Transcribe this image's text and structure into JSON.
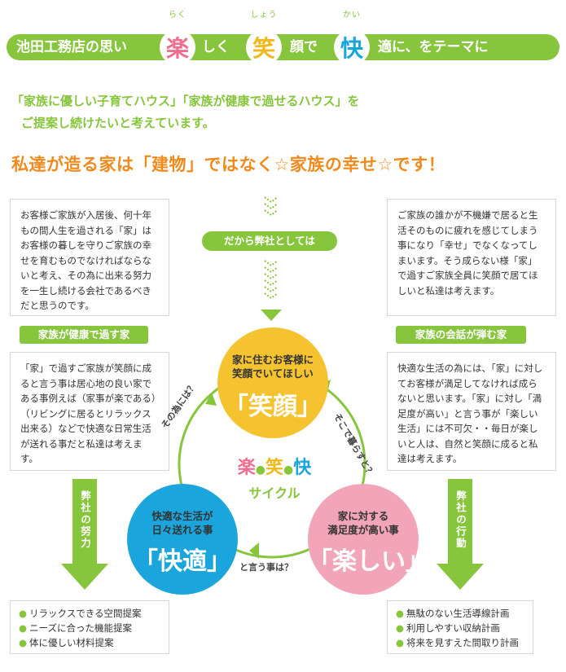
{
  "header": {
    "lead": "池田工務店の思い",
    "k1": "楽",
    "k1_ruby": "らく",
    "t1": "しく",
    "k2": "笑",
    "k2_ruby": "しょう",
    "t2": "顔で",
    "k3": "快",
    "k3_ruby": "かい",
    "t3": "適に、をテーマに"
  },
  "intro": {
    "line1": "「家族に優しい子育てハウス」「家族が健康で過せるハウス」を",
    "line2": "ご提案し続けたいと考えています。"
  },
  "slogan": "私達が造る家は「建物」ではなく☆家族の幸せ☆です！",
  "top_pill": "だから弊社としては",
  "left": {
    "text": "お客様ご家族が入居後、何十年もの間人生を過される「家」はお客様の暮しを守りご家族の幸せを育むものでなければならないと考え、その為に出来る努力を一生し続ける会社であるべきだと思うのです。",
    "pill": "家族が健康で過す家",
    "text2": "「家」で過すご家族が笑顔に成ると言う事は居心地の良い家である事例えば（家事が楽である）（リビングに居るとリラックス出来る）などで快適な日常生活が送れる事だと私達は考えます。",
    "arrow_label": "弊社の努力",
    "list": [
      "リラックスできる空間提案",
      "ニーズに合った機能提案",
      "体に優しい材料提案"
    ]
  },
  "right": {
    "text": "ご家族の誰かが不機嫌で居ると生活そのものに疲れを感じてしまう事になり「幸せ」でなくなってしまいます。そう成らない様「家」で過すご家族全員に笑顔で居てほしいと私達は考えます。",
    "pill": "家族の会話が弾む家",
    "text2": "快適な生活の為には、「家」に対してお客様が満足してなければ成らないと思います。「家」に対し「満足度が高い」と言う事が「楽しい生活」には不可欠・・毎日が楽しいと人は、自然と笑顔に成ると私達は考えます。",
    "arrow_label": "弊社の行動",
    "list": [
      "無駄のない生活導線計画",
      "利用しやすい収納計画",
      "将来を見すえた間取り計画"
    ]
  },
  "cycle": {
    "top_title": "家に住むお客様に\n笑顔でいてほしい",
    "top_big": "「笑顔」",
    "left_title": "快適な生活が\n日々送れる事",
    "left_big": "「快適」",
    "right_title": "家に対する\n満足度が高い事",
    "right_big": "「楽しい」",
    "center_k1": "楽",
    "center_k2": "笑",
    "center_k3": "快",
    "center_sub": "サイクル",
    "arc_left": "その為には？",
    "arc_right": "そこで暮らすと？",
    "arc_bottom": "と言う事は？"
  },
  "colors": {
    "green": "#86c53c",
    "pink": "#ee6e8f",
    "orange": "#f08a1c",
    "yellow": "#f6c330",
    "blue": "#1aa6dd",
    "rose": "#f2a5b8"
  }
}
